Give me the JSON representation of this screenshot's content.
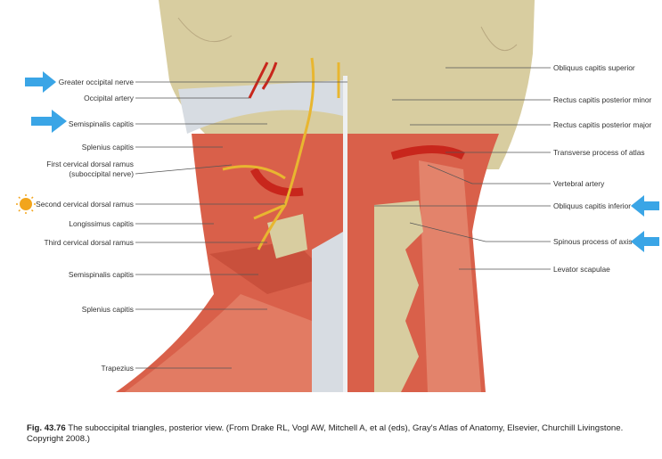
{
  "figure": {
    "left_labels": [
      "Greater occipital nerve",
      "Occipital artery",
      "Semispinalis capitis",
      "Splenius capitis",
      "First cervical dorsal ramus",
      "(suboccipital nerve)",
      "Second cervical dorsal ramus",
      "Longissimus capitis",
      "Third cervical dorsal ramus",
      "Semispinalis capitis",
      "Splenius capitis",
      "Trapezius"
    ],
    "right_labels": [
      "Obliquus capitis superior",
      "Rectus capitis posterior minor",
      "Rectus capitis posterior major",
      "Transverse process of atlas",
      "Vertebral artery",
      "Obliquus capitis inferior",
      "Spinous process of axis",
      "Levator scapulae"
    ],
    "colors": {
      "muscle": "#d9604a",
      "bone": "#d8cda0",
      "arrow": "#3aa5e6",
      "nerve": "#e8b630",
      "artery": "#c8261c"
    }
  },
  "caption": {
    "fig_number": "Fig. 43.76",
    "text": " The suboccipital triangles, posterior view. (From Drake RL, Vogl AW, Mitchell A, et al (eds), Gray's Atlas of Anatomy, Elsevier, Churchill Livingstone. Copyright 2008.)"
  }
}
